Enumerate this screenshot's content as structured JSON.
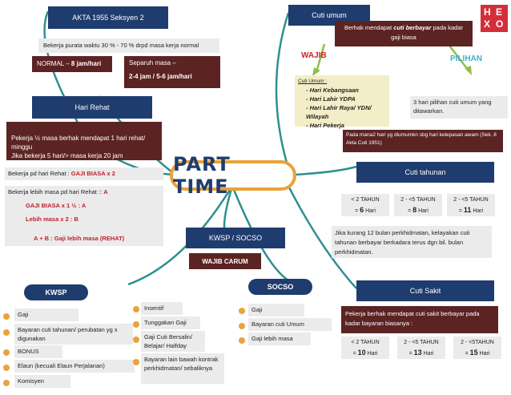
{
  "logo": {
    "letters": [
      "H",
      "E",
      "X",
      "O"
    ]
  },
  "center": {
    "title": "PART TIME"
  },
  "akta": {
    "title": "AKTA 1955 Seksyen 2",
    "definition": "Bekerja purata waktu 30 % - 70 % drpd masa kerja normal",
    "normal_prefix": "NORMAL – ",
    "normal_value": "8 jam/hari",
    "separuh_title": "Separuh masa –",
    "separuh_value": "2-4 jam / 5-6 jam/hari"
  },
  "rehat": {
    "title": "Hari Rehat",
    "desc": "Pekerja ½ masa berhak mendapat 1 hari rehat/ minggu\nJika bekerja 5 hari/> masa kerja 20 jam",
    "line1_prefix": "Bekerja pd hari Rehat : ",
    "line1_value": "GAJI BIASA x 2",
    "line2_prefix": "Bekerja lebih masa pd hari Rehat :: ",
    "line2_value": "A",
    "a_formula": "GAJI BIASA x 1 ½  : A",
    "b_formula": "Lebih masa x 2      : B",
    "ab_formula": "A    +    B              : Gaji lebih masa (REHAT)"
  },
  "kwsp_socso": {
    "title": "KWSP / SOCSO",
    "wajib": "WAJIB CARUM",
    "kwsp_label": "KWSP",
    "socso_label": "SOCSO",
    "kwsp_col1": [
      "Gaji",
      "Bayaran cuti tahunan/ perubatan yg x digunakan",
      "BONUS",
      "Elaun (kecuali Elaun Perjalanan)",
      "Komisyen"
    ],
    "kwsp_col2": [
      "Insentif",
      "Tunggakan Gaji",
      "Gaji Cuti Bersalin/ Belajar/ Halfday",
      "Bayaran lain bawah kontrak perkhidmatan/ sebaliknya"
    ],
    "socso_items": [
      "Gaji",
      "Bayaran cuti Umum",
      "Gaji lebih masa"
    ]
  },
  "cuti_umum": {
    "title": "Cuti umum",
    "desc_prefix": "Berhak mendapat ",
    "desc_em": "cuti berbayar",
    "desc_suffix": " pada kadar gaji biasa",
    "wajib_label": "WAJIB",
    "pilihan_label": "PILIHAN",
    "list_title": "Cuti Umum :",
    "list_items": [
      "Hari Kebangsaan",
      "Hari Lahir YDPA",
      "Hari Lahir Raya/ YDN/ Wilayah",
      "Hari Pekerja"
    ],
    "pilihan_text": "3 hari pilihan cuti umum yang ditawarkan.",
    "note": "Pada mana2 hari yg diumumkn sbg hari kelepasan awam (Sek. 8 Akta Cuti 1951)"
  },
  "cuti_tahunan": {
    "title": "Cuti tahunan",
    "boxes": [
      {
        "range": "< 2 TAHUN",
        "value": "6",
        "unit": "Hari"
      },
      {
        "range": "2 - <5 TAHUN",
        "value": "8",
        "unit": "Hari"
      },
      {
        "range": "2 - <5 TAHUN",
        "value": "11",
        "unit": "Hari"
      }
    ],
    "note": "Jika kurang 12 bulan perkhidmatan, kelayakan cuti tahunan berbayar berkadara terus dgn bil. bulan perkhidmatan."
  },
  "cuti_sakit": {
    "title": "Cuti Sakit",
    "desc": "Pekerja berhak mendapat cuti sakit berbayar pada kadar bayaran biasanya :",
    "boxes": [
      {
        "range": "< 2 TAHUN",
        "value": "10",
        "unit": "Hari"
      },
      {
        "range": "2 - <5 TAHUN",
        "value": "13",
        "unit": "Hari"
      },
      {
        "range": "2 - <5TAHUN",
        "value": "15",
        "unit": "Hari"
      }
    ]
  }
}
